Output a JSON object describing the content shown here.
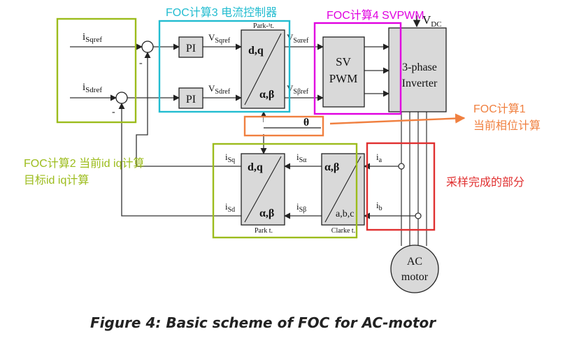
{
  "annotations": {
    "foc3": "FOC计算3 电流控制器",
    "foc4": "FOC计算4 SVPWM",
    "foc1_line1": "FOC计算1",
    "foc1_line2": "当前相位计算",
    "foc2_line1": "FOC计算2  当前id iq计算",
    "foc2_line2": "目标id iq计算",
    "sampling": "采样完成的部分"
  },
  "annotation_colors": {
    "foc3": "#22bcd0",
    "foc4": "#e000e0",
    "foc1": "#f08040",
    "foc2": "#9cbc1c",
    "sampling": "#e03030"
  },
  "blocks": {
    "pi_top": "PI",
    "pi_bottom": "PI",
    "park_inv_top": "d,q",
    "park_inv_bottom": "α,β",
    "park_inv_caption": "Park-¹t.",
    "svpwm_line1": "SV",
    "svpwm_line2": "PWM",
    "inverter_line1": "3-phase",
    "inverter_line2": "Inverter",
    "vdc_main": "V",
    "vdc_sub": "DC",
    "theta": "θ",
    "park_top": "d,q",
    "park_bottom": "α,β",
    "park_caption": "Park t.",
    "clarke_top": "α,β",
    "clarke_bottom": "a,b,c",
    "clarke_caption": "Clarke t.",
    "motor_line1": "AC",
    "motor_line2": "motor"
  },
  "signals": {
    "isqref_main": "i",
    "isqref_sub": "Sqref",
    "isdref_main": "i",
    "isdref_sub": "Sdref",
    "vsqref_main": "V",
    "vsqref_sub": "Sqref",
    "vsdref_main": "V",
    "vsdref_sub": "Sdref",
    "vsalpha_main": "V",
    "vsalpha_sub": "Sαref",
    "vsbeta_main": "V",
    "vsbeta_sub": "Sβref",
    "isq_main": "i",
    "isq_sub": "Sq",
    "isd_main": "i",
    "isd_sub": "Sd",
    "isa_main": "i",
    "isa_sub": "Sα",
    "isb_main": "i",
    "isb_sub": "Sβ",
    "ia_main": "i",
    "ia_sub": "a",
    "ib_main": "i",
    "ib_sub": "b",
    "sum_top_sign": "-",
    "sum_bottom_sign": "-"
  },
  "caption": "Figure 4: Basic scheme of FOC for AC-motor"
}
